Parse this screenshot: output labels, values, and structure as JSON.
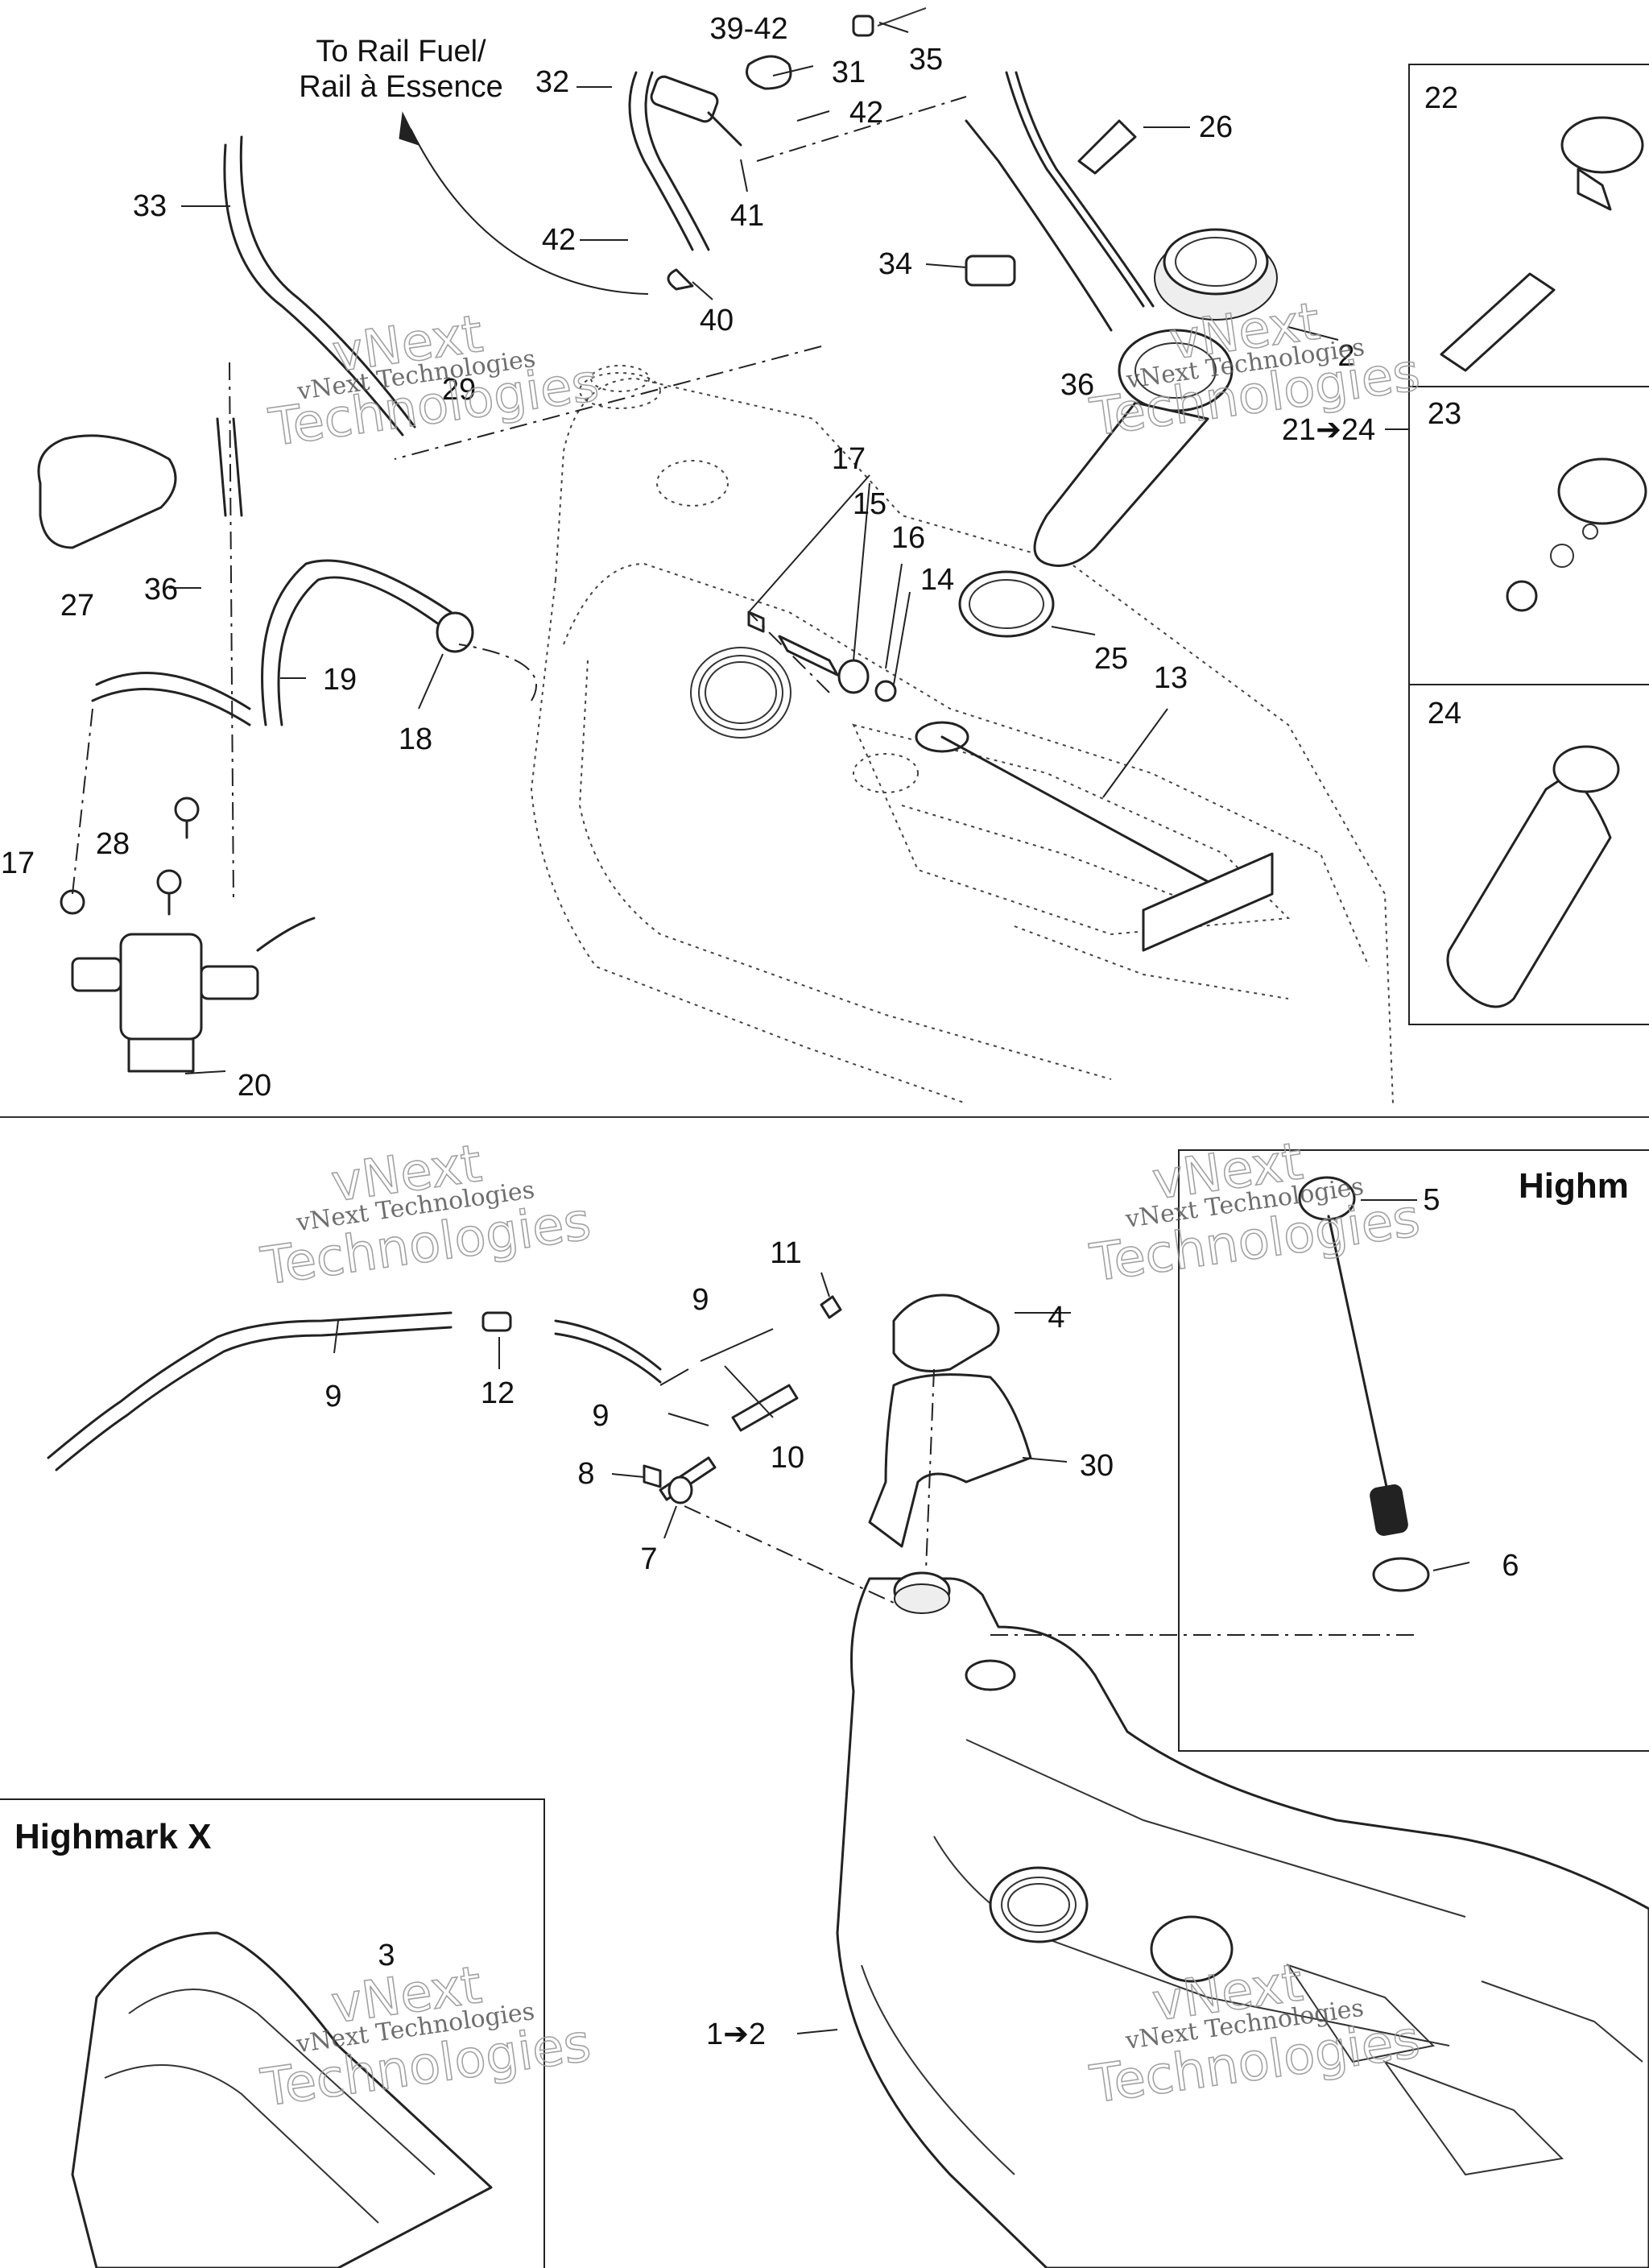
{
  "destination_note": {
    "line1": "To Rail Fuel/",
    "line2": "Rail à Essence"
  },
  "inset_titles": {
    "highmark_right": "Highm",
    "highmark_x": "Highmark X"
  },
  "watermark": {
    "line_small": "vNext Technologies",
    "line_large_top": "vNext",
    "line_large_bottom": "Technologies"
  },
  "callouts": {
    "c1_2": "1➔2",
    "c2": "2",
    "c3": "3",
    "c4": "4",
    "c5": "5",
    "c6": "6",
    "c7": "7",
    "c8": "8",
    "c9a": "9",
    "c9b": "9",
    "c9c": "9",
    "c10": "10",
    "c11": "11",
    "c12": "12",
    "c13": "13",
    "c14": "14",
    "c15": "15",
    "c16": "16",
    "c17a": "17",
    "c17b": "17",
    "c18": "18",
    "c19": "19",
    "c20": "20",
    "c21_24": "21➔24",
    "c22": "22",
    "c23": "23",
    "c24": "24",
    "c25": "25",
    "c26": "26",
    "c27": "27",
    "c28": "28",
    "c29": "29",
    "c30": "30",
    "c31": "31",
    "c32": "32",
    "c33": "33",
    "c34": "34",
    "c35": "35",
    "c36a": "36",
    "c36b": "36",
    "c39_42": "39-42",
    "c40": "40",
    "c41": "41",
    "c42a": "42",
    "c42b": "42"
  }
}
